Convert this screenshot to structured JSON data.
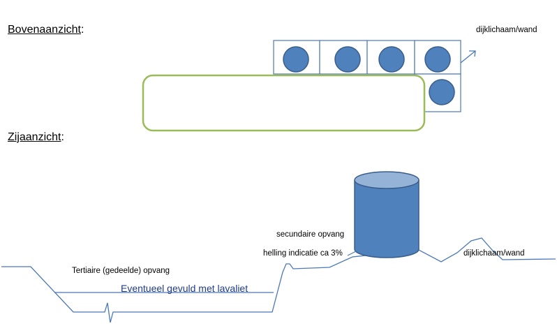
{
  "top_view": {
    "heading": "Bovenaanzicht",
    "heading_suffix": ":",
    "label_wall": "dijklichaam/wand"
  },
  "side_view": {
    "heading": "Zijaanzicht",
    "heading_suffix": ":",
    "label_secondary": "secundaire opvang",
    "label_slope": "helling indicatie ca 3%",
    "label_wall": "dijklichaam/wand",
    "label_tertiary": "Tertiaire (gedeelde) opvang",
    "label_fill": "Eventueel gevuld met lavaliet"
  },
  "colors": {
    "line_blue": "#4a78b8",
    "tank_fill": "#4f81bd",
    "tank_top": "#95b3d7",
    "tank_edge": "#385d8a",
    "green_outline": "#9bbb59"
  }
}
